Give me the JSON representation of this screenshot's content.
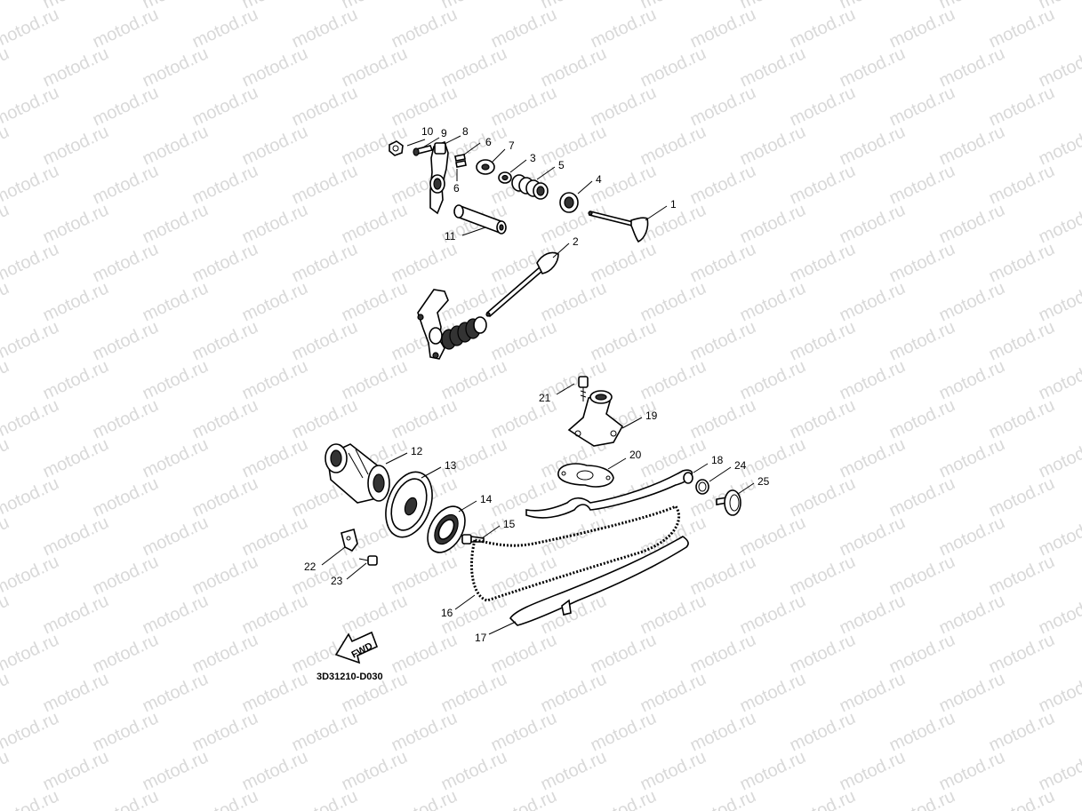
{
  "watermark": {
    "text": "motod.ru",
    "color": "#d9d9d9"
  },
  "diagram_code": "3D31210-D030",
  "fwd_label": "FWD",
  "callouts": [
    {
      "id": "c1",
      "label": "1"
    },
    {
      "id": "c2",
      "label": "2"
    },
    {
      "id": "c3",
      "label": "3"
    },
    {
      "id": "c4",
      "label": "4"
    },
    {
      "id": "c5",
      "label": "5"
    },
    {
      "id": "c6a",
      "label": "6"
    },
    {
      "id": "c6b",
      "label": "6"
    },
    {
      "id": "c7",
      "label": "7"
    },
    {
      "id": "c8",
      "label": "8"
    },
    {
      "id": "c9",
      "label": "9"
    },
    {
      "id": "c10",
      "label": "10"
    },
    {
      "id": "c11",
      "label": "11"
    },
    {
      "id": "c12",
      "label": "12"
    },
    {
      "id": "c13",
      "label": "13"
    },
    {
      "id": "c14",
      "label": "14"
    },
    {
      "id": "c15",
      "label": "15"
    },
    {
      "id": "c16",
      "label": "16"
    },
    {
      "id": "c17",
      "label": "17"
    },
    {
      "id": "c18",
      "label": "18"
    },
    {
      "id": "c19",
      "label": "19"
    },
    {
      "id": "c20",
      "label": "20"
    },
    {
      "id": "c21",
      "label": "21"
    },
    {
      "id": "c22",
      "label": "22"
    },
    {
      "id": "c23",
      "label": "23"
    },
    {
      "id": "c24",
      "label": "24"
    },
    {
      "id": "c25",
      "label": "25"
    }
  ]
}
